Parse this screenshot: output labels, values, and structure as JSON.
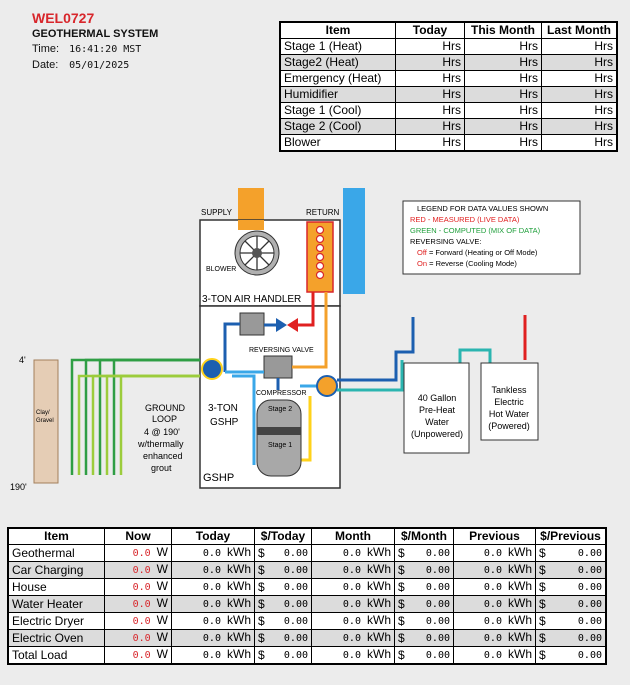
{
  "header": {
    "id": "WEL0727",
    "system": "GEOTHERMAL SYSTEM",
    "time_label": "Time:",
    "time_value": "16:41:20 MST",
    "date_label": "Date:",
    "date_value": "05/01/2025"
  },
  "runtime_table": {
    "headers": [
      "Item",
      "Today",
      "This Month",
      "Last Month"
    ],
    "rows": [
      {
        "item": "Stage 1 (Heat)",
        "today": "Hrs",
        "month": "Hrs",
        "last": "Hrs"
      },
      {
        "item": "Stage2 (Heat)",
        "today": "Hrs",
        "month": "Hrs",
        "last": "Hrs"
      },
      {
        "item": "Emergency (Heat)",
        "today": "Hrs",
        "month": "Hrs",
        "last": "Hrs"
      },
      {
        "item": "Humidifier",
        "today": "Hrs",
        "month": "Hrs",
        "last": "Hrs"
      },
      {
        "item": "Stage 1 (Cool)",
        "today": "Hrs",
        "month": "Hrs",
        "last": "Hrs"
      },
      {
        "item": "Stage 2 (Cool)",
        "today": "Hrs",
        "month": "Hrs",
        "last": "Hrs"
      },
      {
        "item": "Blower",
        "today": "Hrs",
        "month": "Hrs",
        "last": "Hrs"
      }
    ]
  },
  "diagram": {
    "supply": "SUPPLY",
    "return": "RETURN",
    "blower": "BLOWER",
    "air_handler": "3-TON AIR HANDLER",
    "reversing_valve": "REVERSING VALVE",
    "compressor": "COMPRESSOR",
    "stage2": "Stage 2",
    "stage1": "Stage 1",
    "gshp_3ton": [
      "3-TON",
      "GSHP"
    ],
    "gshp": "GSHP",
    "ground_loop": [
      "GROUND",
      "LOOP",
      "4 @ 190'",
      "w/thermally",
      "enhanced",
      "grout"
    ],
    "depth_top": "4'",
    "depth_bottom": "190'",
    "soil": [
      "Clay/",
      "Gravel"
    ],
    "preheat": [
      "40 Gallon",
      "Pre-Heat",
      "Water",
      "(Unpowered)"
    ],
    "tankless": [
      "Tankless",
      "Electric",
      "Hot Water",
      "(Powered)"
    ],
    "legend": {
      "title": "LEGEND FOR DATA VALUES SHOWN",
      "red": "RED - MEASURED (LIVE DATA)",
      "green": "GREEN - COMPUTED (MIX OF DATA)",
      "rv": "REVERSING VALVE:",
      "off_key": "Off",
      "off_text": " = Forward (Heating or Off Mode)",
      "on_key": "On",
      "on_text": " = Reverse (Cooling Mode)"
    },
    "colors": {
      "supply_duct": "#f4a12b",
      "return_duct": "#3aa7e8",
      "hot": "#e02020",
      "cold": "#1c5fb0",
      "loop_green": "#2f9e44",
      "loop_light": "#9ccc3c",
      "teal": "#2bb5b0",
      "yellow": "#ffd21a",
      "legend_red": "#e02020",
      "legend_green": "#1e9e3a"
    }
  },
  "energy_table": {
    "headers": [
      "Item",
      "Now",
      "Today",
      "$/Today",
      "Month",
      "$/Month",
      "Previous",
      "$/Previous"
    ],
    "rows": [
      {
        "item": "Geothermal",
        "now": "0.0",
        "now_unit": "W",
        "today": "0.0",
        "today_unit": "kWh",
        "cur": "$",
        "cost_today": "0.00",
        "month": "0.0",
        "month_unit": "kWh",
        "cur2": "$",
        "cost_month": "0.00",
        "prev": "0.0",
        "prev_unit": "kWh",
        "cur3": "$",
        "cost_prev": "0.00"
      },
      {
        "item": "Car Charging",
        "now": "0.0",
        "now_unit": "W",
        "today": "0.0",
        "today_unit": "kWh",
        "cur": "$",
        "cost_today": "0.00",
        "month": "0.0",
        "month_unit": "kWh",
        "cur2": "$",
        "cost_month": "0.00",
        "prev": "0.0",
        "prev_unit": "kWh",
        "cur3": "$",
        "cost_prev": "0.00"
      },
      {
        "item": "House",
        "now": "0.0",
        "now_unit": "W",
        "today": "0.0",
        "today_unit": "kWh",
        "cur": "$",
        "cost_today": "0.00",
        "month": "0.0",
        "month_unit": "kWh",
        "cur2": "$",
        "cost_month": "0.00",
        "prev": "0.0",
        "prev_unit": "kWh",
        "cur3": "$",
        "cost_prev": "0.00"
      },
      {
        "item": "Water Heater",
        "now": "0.0",
        "now_unit": "W",
        "today": "0.0",
        "today_unit": "kWh",
        "cur": "$",
        "cost_today": "0.00",
        "month": "0.0",
        "month_unit": "kWh",
        "cur2": "$",
        "cost_month": "0.00",
        "prev": "0.0",
        "prev_unit": "kWh",
        "cur3": "$",
        "cost_prev": "0.00"
      },
      {
        "item": "Electric Dryer",
        "now": "0.0",
        "now_unit": "W",
        "today": "0.0",
        "today_unit": "kWh",
        "cur": "$",
        "cost_today": "0.00",
        "month": "0.0",
        "month_unit": "kWh",
        "cur2": "$",
        "cost_month": "0.00",
        "prev": "0.0",
        "prev_unit": "kWh",
        "cur3": "$",
        "cost_prev": "0.00"
      },
      {
        "item": "Electric Oven",
        "now": "0.0",
        "now_unit": "W",
        "today": "0.0",
        "today_unit": "kWh",
        "cur": "$",
        "cost_today": "0.00",
        "month": "0.0",
        "month_unit": "kWh",
        "cur2": "$",
        "cost_month": "0.00",
        "prev": "0.0",
        "prev_unit": "kWh",
        "cur3": "$",
        "cost_prev": "0.00"
      },
      {
        "item": "Total Load",
        "now": "0.0",
        "now_unit": "W",
        "today": "0.0",
        "today_unit": "kWh",
        "cur": "$",
        "cost_today": "0.00",
        "month": "0.0",
        "month_unit": "kWh",
        "cur2": "$",
        "cost_month": "0.00",
        "prev": "0.0",
        "prev_unit": "kWh",
        "cur3": "$",
        "cost_prev": "0.00"
      }
    ]
  }
}
